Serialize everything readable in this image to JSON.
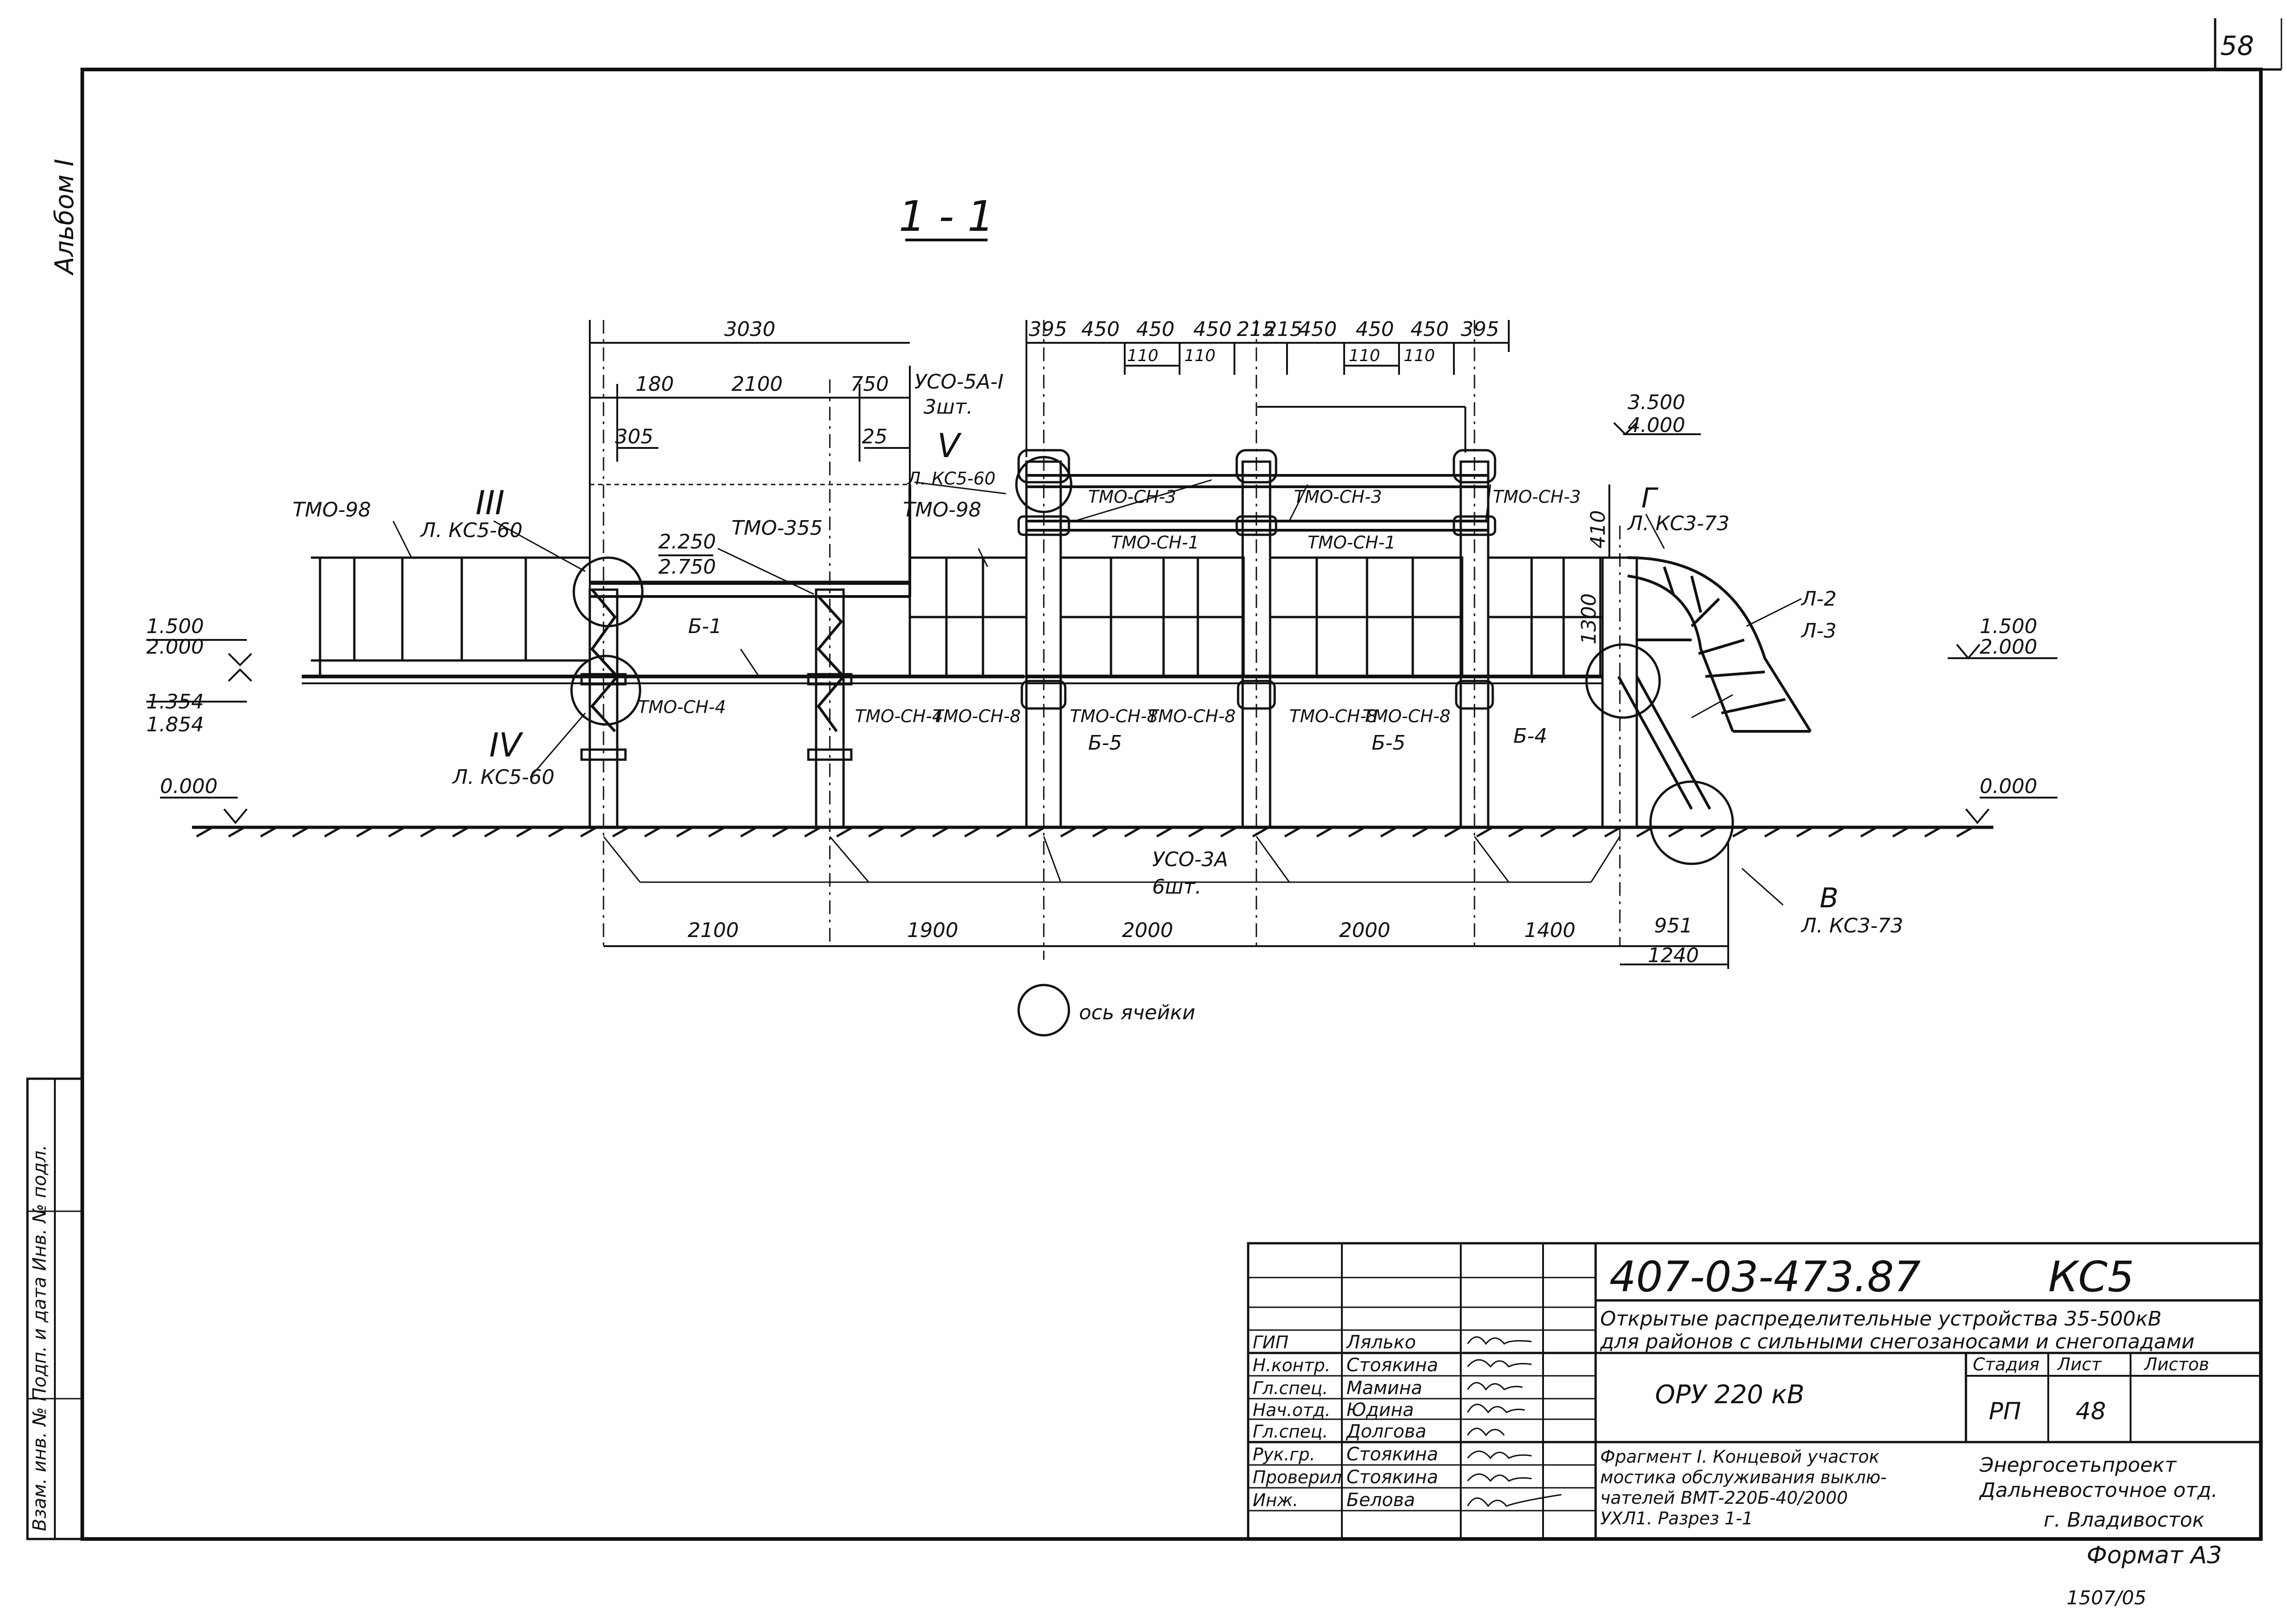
{
  "sheet": {
    "page_number": "58",
    "album": "Альбом I",
    "format": "Формат А3",
    "sheet_code": "1507/05"
  },
  "section": {
    "title": "1 - 1",
    "axis_note": "ось ячейки"
  },
  "dims": {
    "top": [
      "3030",
      "180",
      "2100",
      "750",
      "305",
      "25"
    ],
    "right_top": [
      "395",
      "450",
      "450",
      "450",
      "215",
      "215",
      "450",
      "450",
      "450",
      "395",
      "110",
      "110",
      "110",
      "110"
    ],
    "bottom": [
      "2100",
      "1900",
      "2000",
      "2000",
      "1400",
      "951",
      "1240"
    ],
    "vertical": [
      "410",
      "1300"
    ]
  },
  "levels": [
    {
      "a": "1.500",
      "b": "2.000"
    },
    {
      "a": "1.354",
      "b": "1.854"
    },
    {
      "a": "0.000"
    },
    {
      "a": "2.250",
      "b": "2.750"
    },
    {
      "a": "3.500",
      "b": "4.000"
    },
    {
      "a": "1.500",
      "b": "2.000"
    },
    {
      "a": "0.000"
    }
  ],
  "labels": {
    "tmo98_left": "ТМО-98",
    "tmo98_mid": "ТМО-98",
    "tmo355": "ТМО-355",
    "ch3_a": "ТМО-СН-3",
    "ch3_b": "ТМО-СН-3",
    "ch3_c": "ТМО-СН-3",
    "ch1_a": "ТМО-СН-1",
    "ch1_b": "ТМО-СН-1",
    "ch4_a": "ТМО-СН-4",
    "ch4_b": "ТМО-СН-4",
    "ch8_a": "ТМО-СН-8",
    "ch8_b": "ТМО-СН-8",
    "ch8_c": "ТМО-СН-8",
    "ch8_d": "ТМО-СН-8",
    "ch8_e": "ТМО-СН-8",
    "b1": "Б-1",
    "b4": "Б-4",
    "b5a": "Б-5",
    "b5b": "Б-5",
    "l2": "Л-2",
    "l3": "Л-3",
    "uco5a": "УСО-5А-I",
    "uco5a_qty": "3шт.",
    "uco3a": "УСО-3А",
    "uco3a_qty": "6шт.",
    "node3": "III",
    "node4": "IV",
    "node5": "V",
    "nodeG": "Г",
    "nodeV": "В",
    "ref_kc5_1": "Л. КС5-60",
    "ref_kc5_2": "Л. КС5-60",
    "ref_kc5_3": "Л. КС5-60",
    "ref_kc3_1": "Л. КС3-73",
    "ref_kc3_2": "Л. КС3-73"
  },
  "title_block": {
    "code": "407-03-473.87",
    "mark": "КС5",
    "desc1": "Открытые распределительные устройства 35-500кВ",
    "desc2": "для районов с сильными снегозаносами и снегопадами",
    "object": "ОРУ 220 кВ",
    "h_stage": "Стадия",
    "h_sheet": "Лист",
    "h_sheets": "Листов",
    "stage": "РП",
    "sheet": "48",
    "sheets": "",
    "frag1": "Фрагмент I. Концевой участок",
    "frag2": "мостика обслуживания выклю-",
    "frag3": "чателей ВМТ-220Б-40/2000",
    "frag4": "УХЛ1. Разрез 1-1",
    "org1": "Энергосетьпроект",
    "org2": "Дальневосточное отд.",
    "org3": "г. Владивосток",
    "roles": [
      "ГИП",
      "Н.контр.",
      "Гл.спец.",
      "Нач.отд.",
      "Гл.спец.",
      "Рук.гр.",
      "Проверил",
      "Инж."
    ],
    "names": [
      "Лялько",
      "Стоякина",
      "Мамина",
      "Юдина",
      "Долгова",
      "Стоякина",
      "Стоякина",
      "Белова"
    ]
  },
  "side_stamp": "Взам. инв. №  Подп. и дата  Инв. № подл."
}
